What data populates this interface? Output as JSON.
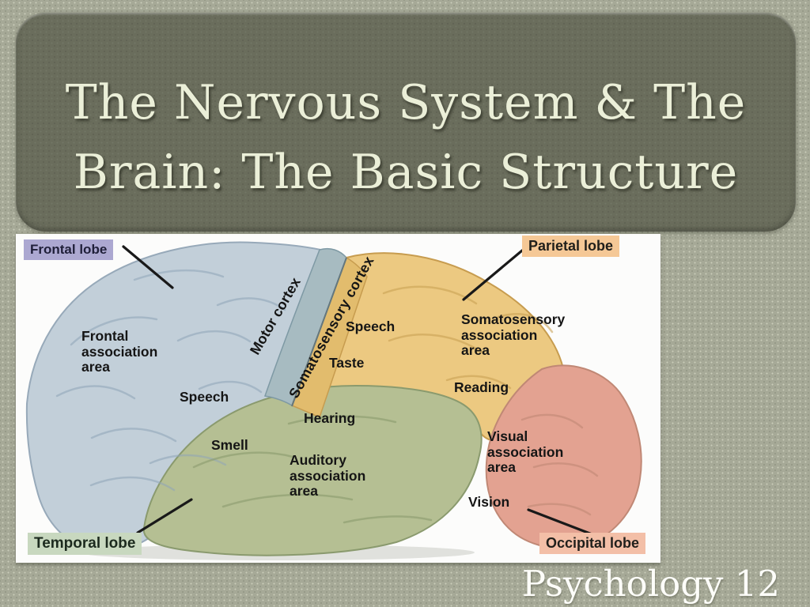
{
  "slide": {
    "background_color": "#a6a997",
    "card_color": "#6a6d5c",
    "title_line1": "The Nervous System & The",
    "title_line2": "Brain: The Basic Structure",
    "title_color": "#ebefd8",
    "footer_text": "Psychology 12",
    "footer_color": "#fdfdf9"
  },
  "figure": {
    "background_color": "#fcfcfb",
    "label_color": "#151515",
    "lobe_tags": [
      {
        "id": "frontal",
        "label": "Frontal lobe",
        "bg": "#aca8d1",
        "fg": "#20203a"
      },
      {
        "id": "parietal",
        "label": "Parietal lobe",
        "bg": "#f5c896",
        "fg": "#201f1b"
      },
      {
        "id": "temporal",
        "label": "Temporal lobe",
        "bg": "#c8d8bf",
        "fg": "#1c2a1e"
      },
      {
        "id": "occipital",
        "label": "Occipital lobe",
        "bg": "#f3bfa7",
        "fg": "#201f1b"
      }
    ],
    "area_labels": [
      {
        "id": "frontal-association",
        "text": "Frontal\nassociation\narea"
      },
      {
        "id": "speech-frontal",
        "text": "Speech"
      },
      {
        "id": "motor-cortex",
        "text": "Motor cortex"
      },
      {
        "id": "somatosensory-cortex",
        "text": "Somatosensory cortex"
      },
      {
        "id": "speech-parietal",
        "text": "Speech"
      },
      {
        "id": "taste",
        "text": "Taste"
      },
      {
        "id": "somatosensory-association",
        "text": "Somatosensory\nassociation\narea"
      },
      {
        "id": "reading",
        "text": "Reading"
      },
      {
        "id": "hearing",
        "text": "Hearing"
      },
      {
        "id": "smell",
        "text": "Smell"
      },
      {
        "id": "auditory-association",
        "text": "Auditory\nassociation\narea"
      },
      {
        "id": "visual-association",
        "text": "Visual\nassociation\narea"
      },
      {
        "id": "vision",
        "text": "Vision"
      }
    ],
    "brain_colors": {
      "frontal": "#c2cfd9",
      "motor_band": "#a7bbc1",
      "somatosensory_band": "#e2bc6d",
      "parietal": "#ecc981",
      "temporal": "#b5bf93",
      "occipital": "#e3a291"
    }
  }
}
